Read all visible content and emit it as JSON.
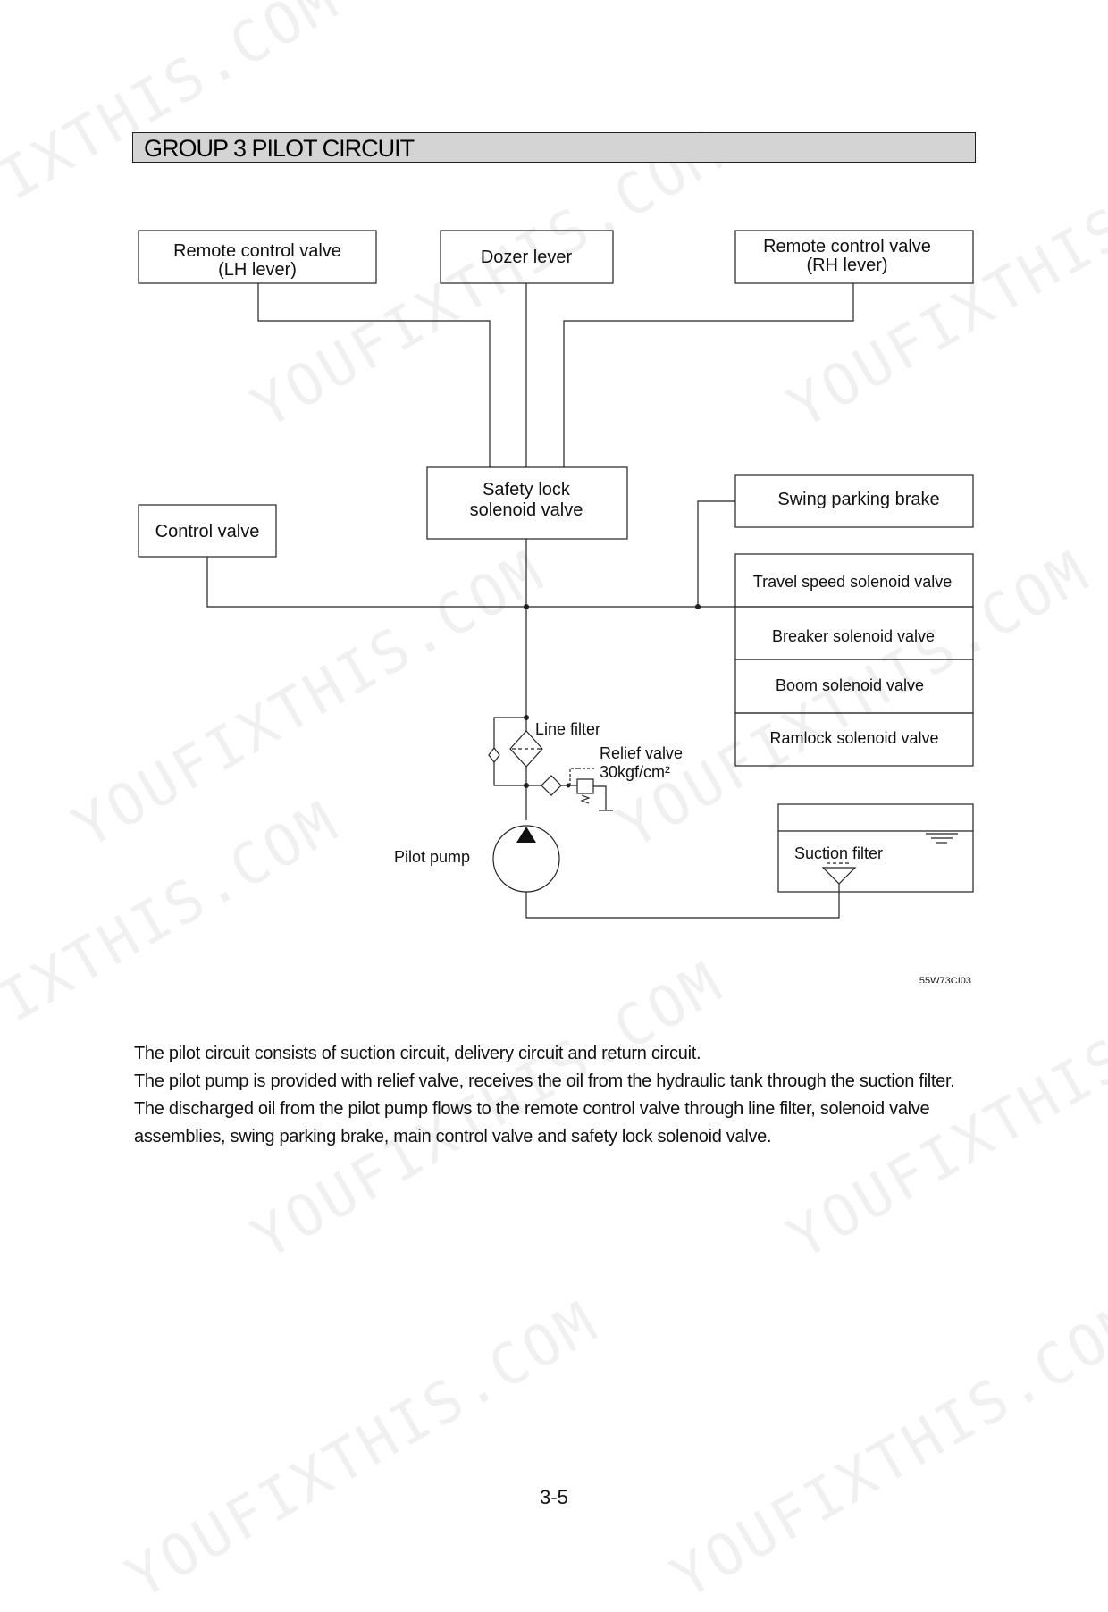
{
  "header": {
    "title": "GROUP  3  PILOT CIRCUIT"
  },
  "diagram": {
    "rcv_lh_line1": "Remote control valve",
    "rcv_lh_line2": "(LH lever)",
    "dozer_lever": "Dozer lever",
    "rcv_rh_line1": "Remote control valve",
    "rcv_rh_line2": "(RH lever)",
    "safety_lock_line1": "Safety lock",
    "safety_lock_line2": "solenoid valve",
    "control_valve": "Control valve",
    "swing_parking_brake": "Swing parking brake",
    "travel_speed": "Travel speed solenoid valve",
    "breaker": "Breaker solenoid valve",
    "boom": "Boom solenoid valve",
    "ramlock": "Ramlock solenoid valve",
    "line_filter": "Line filter",
    "relief_valve": "Relief valve",
    "relief_pressure": "30kgf/cm²",
    "pilot_pump": "Pilot pump",
    "suction_filter": "Suction filter",
    "figure_code": "55W73CI03"
  },
  "body": {
    "p1": "The pilot circuit consists of suction circuit, delivery circuit and return circuit.",
    "p2": "The pilot pump is provided with relief valve, receives the oil from the hydraulic tank through the suction filter.",
    "p3": "The discharged oil from the pilot pump flows to the remote control valve through line filter, solenoid valve assemblies, swing parking brake, main control valve and safety lock solenoid valve."
  },
  "watermark": "YOUFIXTHIS.COM",
  "footer": {
    "page": "3-5"
  }
}
